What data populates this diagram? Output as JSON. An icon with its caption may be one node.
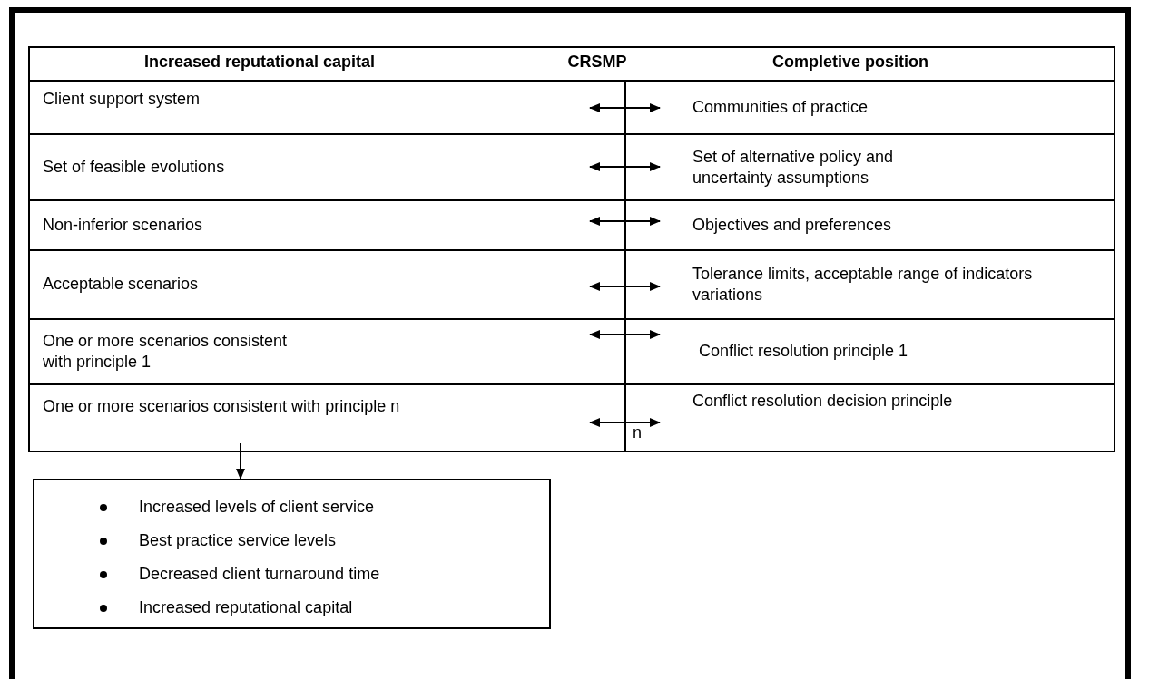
{
  "diagram": {
    "nodes": [
      {
        "text": [
          "Client support system"
        ]
      },
      {
        "text": [
          "Communities of practice"
        ]
      },
      {
        "text": [
          "Set of feasible evolutions"
        ]
      },
      {
        "text": [
          "Set of alternative policy and uncertainty assumptions"
        ]
      },
      {
        "text": [
          "Non-inferior scenarios"
        ]
      },
      {
        "text": [
          "Objectives and preferences"
        ]
      },
      {
        "text": [
          "Acceptable scenarios"
        ]
      },
      {
        "text": [
          "Tolerance limits, acceptable range of indicators variations"
        ]
      },
      {
        "text": [
          "One or more scenarios consistent with principle 1"
        ]
      },
      {
        "text": [
          "Conflict resolution principle 1"
        ]
      },
      {
        "text": [
          "One or more scenarios consistent with principle n"
        ]
      },
      {
        "text": [
          "Conflict resolution decision principle"
        ]
      },
      {
        "text": [
          "Increased levels of client service",
          "Best practice service levels",
          "Decreased client turnaround time",
          "Increased reputational capital"
        ]
      }
    ],
    "edges": [
      {
        "from": 0,
        "to": 1,
        "arrow": "both"
      },
      {
        "from": 2,
        "to": 3,
        "arrow": "both"
      },
      {
        "from": 4,
        "to": 5,
        "arrow": "both"
      },
      {
        "from": 6,
        "to": 7,
        "arrow": "both"
      },
      {
        "from": 8,
        "to": 9,
        "arrow": "both"
      },
      {
        "from": 10,
        "to": 11,
        "arrow": "both"
      },
      {
        "from": 10,
        "to": 12,
        "arrow": "to"
      }
    ],
    "labels": [
      "Increased reputational capital",
      "CRSMP",
      "Completive position",
      "n"
    ]
  }
}
